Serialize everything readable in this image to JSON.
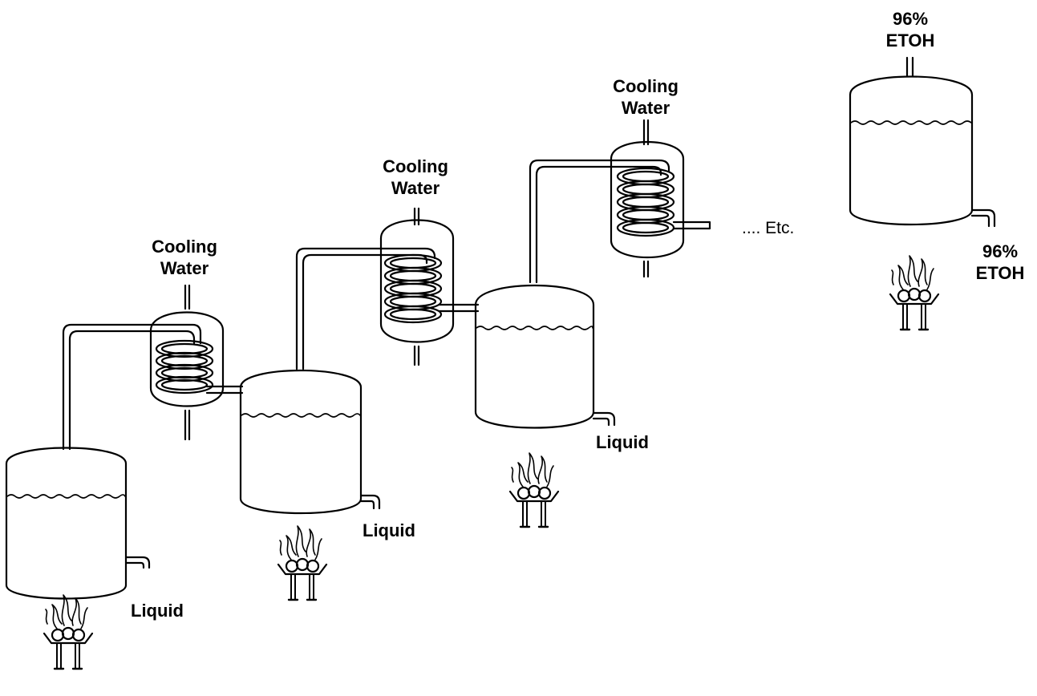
{
  "labels": {
    "cooling_water_line1": "Cooling",
    "cooling_water_line2": "Water",
    "liquid": "Liquid",
    "etc": ".... Etc.",
    "ethanol_top_line1": "96%",
    "ethanol_top_line2": "ETOH",
    "ethanol_side_line1": "96%",
    "ethanol_side_line2": "ETOH"
  },
  "colors": {
    "ink": "#000000",
    "background": "#ffffff"
  }
}
